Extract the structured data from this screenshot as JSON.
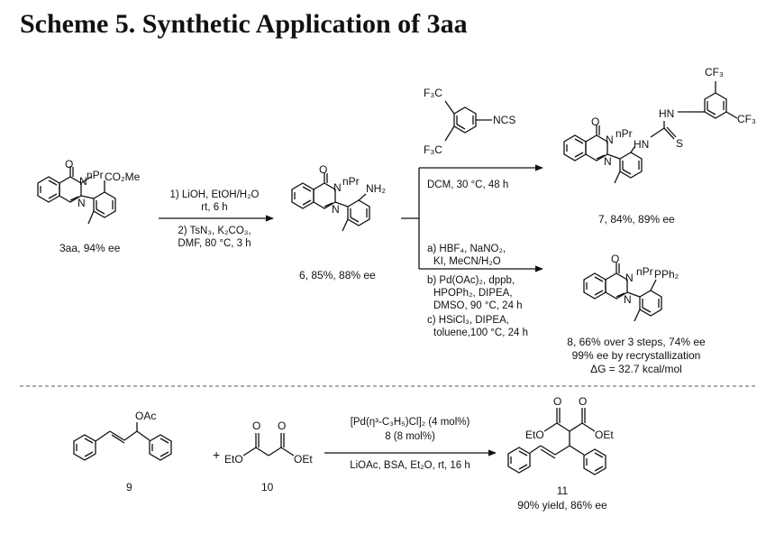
{
  "title": "Scheme 5. Synthetic Application of 3aa",
  "atoms": {
    "O": "O",
    "N": "N",
    "nPr": "nPr",
    "CO2Me": "CO₂Me",
    "NH2": "NH₂",
    "CF3": "CF₃",
    "F3C": "F₃C",
    "NCS": "NCS",
    "HN": "HN",
    "S": "S",
    "PPh2": "PPh₂",
    "OAc": "OAc",
    "EtO": "EtO",
    "OEt": "OEt"
  },
  "compounds": {
    "c3aa": {
      "label": "3aa, 94% ee"
    },
    "c6": {
      "label": "6, 85%, 88% ee"
    },
    "c7": {
      "label": "7, 84%, 89% ee"
    },
    "c8": {
      "lines": [
        "8, 66% over 3 steps, 74% ee",
        "99% ee by recrystallization",
        "ΔG = 32.7 kcal/mol"
      ]
    },
    "c9": {
      "label": "9"
    },
    "c10": {
      "label": "10"
    },
    "c11": {
      "label": "11",
      "sublabel": "90% yield, 86% ee"
    }
  },
  "plus": "+",
  "conditions": {
    "step1": [
      "1) LiOH, EtOH/H₂O",
      "rt, 6 h",
      "2) TsN₃, K₂CO₃,",
      "DMF, 80 °C, 3 h"
    ],
    "to7": "DCM, 30 °C, 48 h",
    "to8": [
      "a) HBF₄, NaNO₂,",
      "KI, MeCN/H₂O",
      "b) Pd(OAc)₂, dppb,",
      "HPOPh₂, DIPEA,",
      "DMSO, 90 °C, 24 h",
      "c) HSiCl₃, DIPEA,",
      "toluene,100 °C, 24 h"
    ],
    "bottom_above": [
      "[Pd(η³-C₃H₅)Cl]₂ (4 mol%)",
      "8 (8 mol%)"
    ],
    "bottom_below": "LiOAc, BSA, Et₂O, rt, 16 h"
  }
}
